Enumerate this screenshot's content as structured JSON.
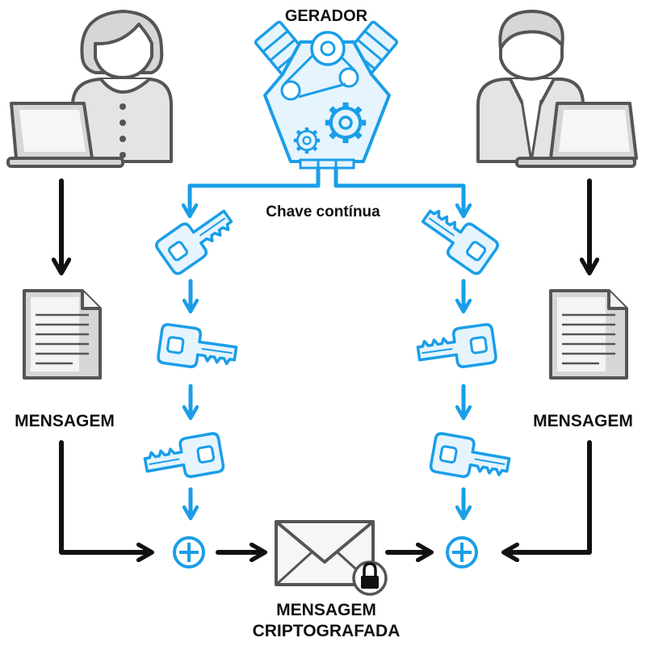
{
  "labels": {
    "generator": "GERADOR",
    "stream_key": "Chave contínua",
    "message_left": "MENSAGEM",
    "message_right": "MENSAGEM",
    "encrypted_line1": "MENSAGEM",
    "encrypted_line2": "CRIPTOGRAFADA"
  },
  "colors": {
    "accent_blue": "#1a9ee8",
    "key_fill": "#e6f4fd",
    "black": "#111111",
    "gray_stroke": "#555555",
    "gray_fill": "#d6d6d6",
    "light_fill": "#f2f2f2"
  },
  "icons": [
    "person-icon",
    "laptop-icon",
    "engine-icon",
    "gear-icon",
    "key-icon",
    "document-icon",
    "xor-icon",
    "envelope-icon",
    "lock-icon",
    "arrow-icon"
  ]
}
